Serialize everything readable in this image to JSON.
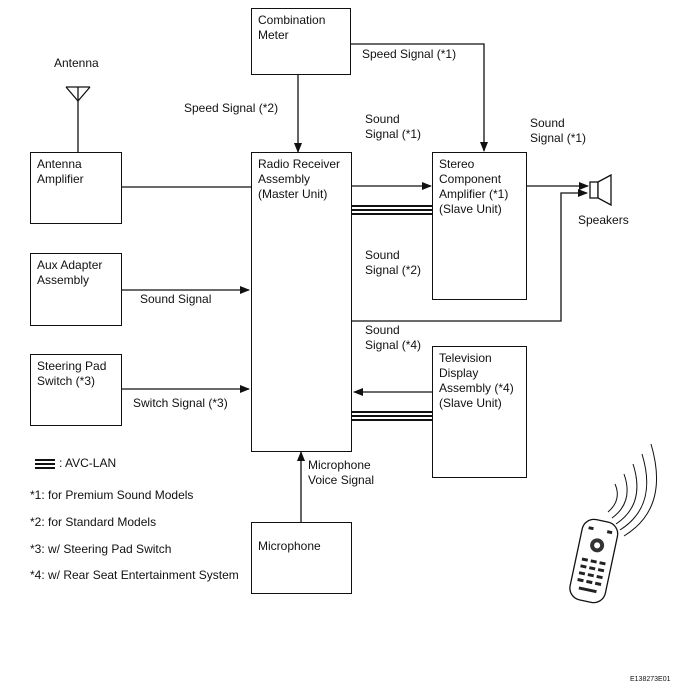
{
  "boxes": {
    "combination_meter": "Combination\nMeter",
    "antenna_amplifier": "Antenna\nAmplifier",
    "aux_adapter": "Aux Adapter\nAssembly",
    "steering_pad_switch": "Steering Pad\nSwitch (*3)",
    "radio_receiver": "Radio Receiver\nAssembly\n(Master Unit)",
    "stereo_amplifier": "Stereo\nComponent\nAmplifier (*1)\n(Slave Unit)",
    "television_display": "Television\nDisplay\nAssembly (*4)\n(Slave Unit)",
    "microphone": "Microphone"
  },
  "labels": {
    "antenna": "Antenna",
    "speakers": "Speakers",
    "speed_signal_1": "Speed Signal (*1)",
    "speed_signal_2": "Speed Signal (*2)",
    "sound_signal_1a": "Sound\nSignal (*1)",
    "sound_signal_1b": "Sound\nSignal (*1)",
    "sound_signal_2": "Sound\nSignal (*2)",
    "sound_signal_4": "Sound\nSignal (*4)",
    "sound_signal_aux": "Sound Signal",
    "switch_signal": "Switch Signal (*3)",
    "mic_voice_signal": "Microphone\nVoice Signal",
    "avc_lan": ": AVC-LAN"
  },
  "notes": [
    "*1: for Premium Sound Models",
    "*2: for Standard Models",
    "*3: w/ Steering Pad Switch",
    "*4: w/ Rear Seat Entertainment System"
  ],
  "figure_id": "E138273E01"
}
